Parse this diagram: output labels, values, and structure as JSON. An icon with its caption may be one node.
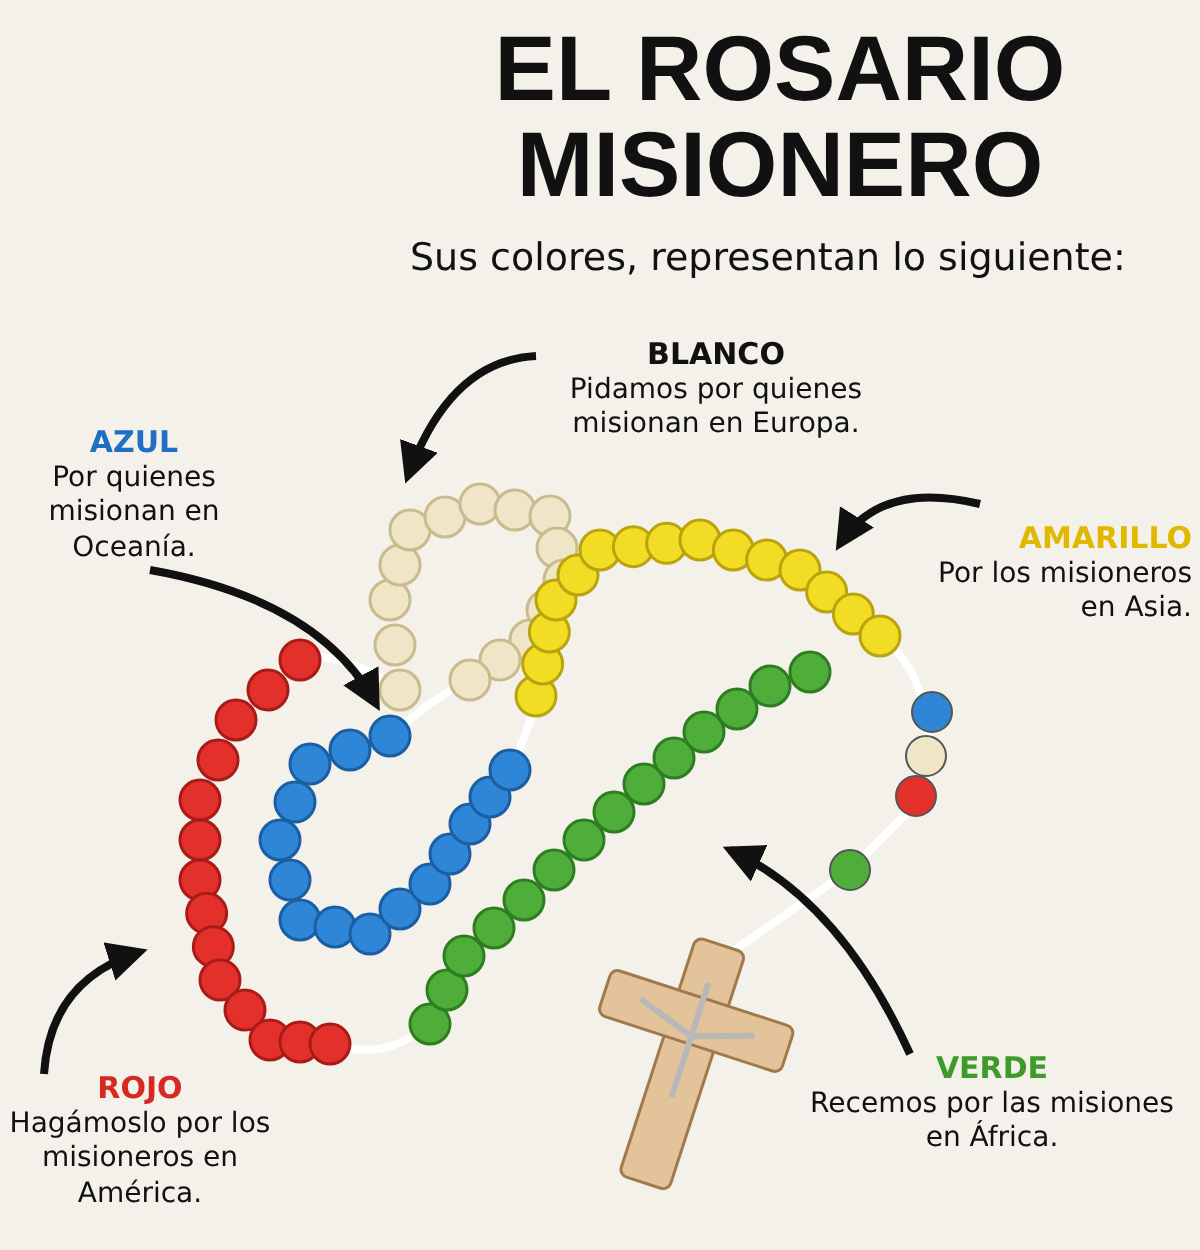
{
  "diagram": {
    "title": "EL ROSARIO MISIONERO",
    "nodes": [
      {
        "text": [
          "BLANCO",
          "Pidamos por quienes misionan en Europa."
        ]
      },
      {
        "text": [
          "AZUL",
          "Por quienes misionan en Oceanía."
        ]
      },
      {
        "text": [
          "AMARILLO",
          "Por los misioneros en Asia."
        ]
      },
      {
        "text": [
          "ROJO",
          "Hagámoslo por los misioneros en América."
        ]
      },
      {
        "text": [
          "VERDE",
          "Recemos por las misiones en África."
        ]
      }
    ],
    "edges": [
      {
        "from": 0,
        "to": null,
        "arrow": "to"
      },
      {
        "from": 1,
        "to": null,
        "arrow": "to"
      },
      {
        "from": 2,
        "to": null,
        "arrow": "to"
      },
      {
        "from": 3,
        "to": null,
        "arrow": "to"
      },
      {
        "from": 4,
        "to": null,
        "arrow": "to"
      }
    ],
    "labels": [
      "Sus colores, representan lo siguiente:"
    ]
  }
}
